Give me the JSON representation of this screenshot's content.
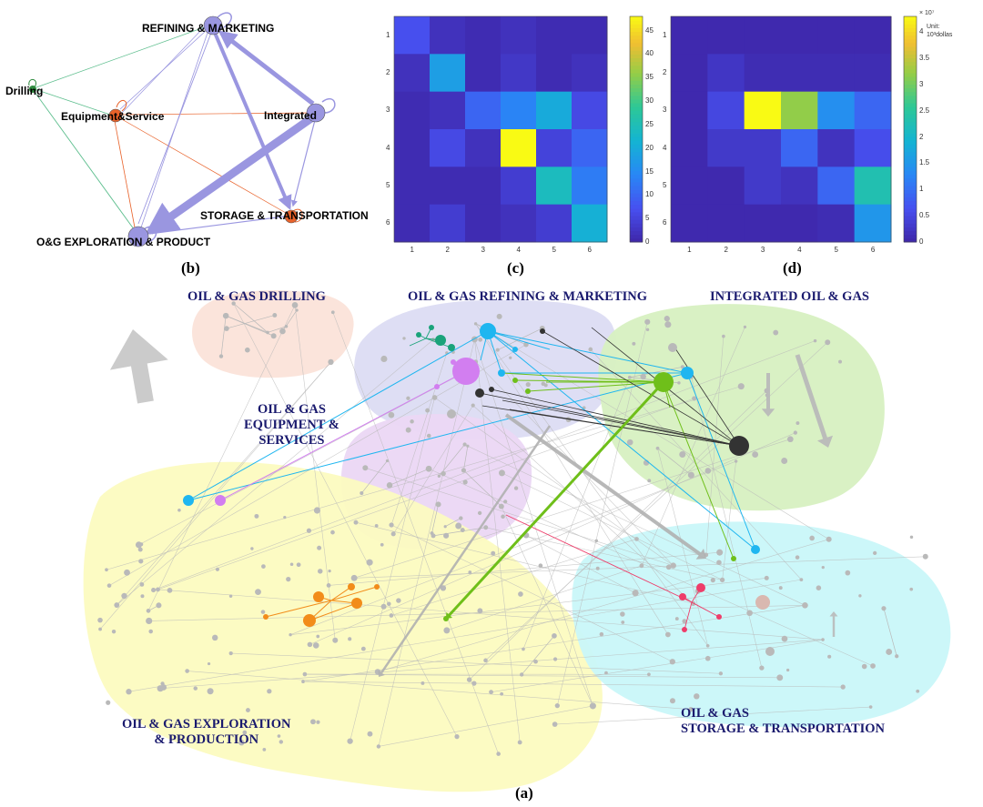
{
  "panel_labels": {
    "a": "(a)",
    "b": "(b)",
    "c": "(c)",
    "d": "(d)"
  },
  "network_b": {
    "nodes": [
      {
        "id": "drilling",
        "label": "Drilling",
        "color": "#2e8b3e"
      },
      {
        "id": "equipment",
        "label": "Equipment&Service",
        "color": "#e8622a"
      },
      {
        "id": "refining",
        "label": "REFINING & MARKETING",
        "color": "#9a96e0"
      },
      {
        "id": "integrated",
        "label": "Integrated",
        "color": "#9a96e0"
      },
      {
        "id": "storage",
        "label": "STORAGE & TRANSPORTATION",
        "color": "#e8622a"
      },
      {
        "id": "exploration",
        "label": "O&G EXPLORATION & PRODUCT",
        "color": "#9a96e0"
      }
    ],
    "edge_color": "#9a96e0",
    "drilling_edge_color": "#5fbf8f",
    "equipment_edge_color": "#e8622a"
  },
  "heatmap_c": {
    "x_ticks": [
      "1",
      "2",
      "3",
      "4",
      "5",
      "6"
    ],
    "y_ticks": [
      "1",
      "2",
      "3",
      "4",
      "5",
      "6"
    ],
    "colorbar_ticks": [
      "0",
      "5",
      "10",
      "15",
      "20",
      "25",
      "30",
      "35",
      "40",
      "45"
    ],
    "range": [
      0,
      48
    ],
    "values": [
      [
        7,
        2,
        1,
        2,
        1,
        1
      ],
      [
        2,
        18,
        1,
        3,
        1,
        2
      ],
      [
        1,
        2,
        10,
        14,
        20,
        6
      ],
      [
        1,
        6,
        2,
        48,
        5,
        10
      ],
      [
        1,
        1,
        1,
        4,
        24,
        13
      ],
      [
        1,
        4,
        1,
        2,
        4,
        21
      ]
    ]
  },
  "heatmap_d": {
    "x_ticks": [
      "1",
      "2",
      "3",
      "4",
      "5",
      "6"
    ],
    "y_ticks": [
      "1",
      "2",
      "3",
      "4",
      "5",
      "6"
    ],
    "colorbar_ticks": [
      "0",
      "0.5",
      "1",
      "1.5",
      "2",
      "2.5",
      "3",
      "3.5",
      "4"
    ],
    "exponent": "× 10⁷",
    "unit": "Unit:",
    "unit2": "10³dollas",
    "range": [
      0,
      4.3
    ],
    "values": [
      [
        0.05,
        0.05,
        0.05,
        0.05,
        0.05,
        0.05
      ],
      [
        0.05,
        0.25,
        0.1,
        0.1,
        0.1,
        0.1
      ],
      [
        0.05,
        0.5,
        4.3,
        3.2,
        1.4,
        0.9
      ],
      [
        0.05,
        0.3,
        0.3,
        0.9,
        0.2,
        0.6
      ],
      [
        0.05,
        0.05,
        0.3,
        0.2,
        0.9,
        2.3
      ],
      [
        0.05,
        0.05,
        0.05,
        0.05,
        0.1,
        1.5
      ]
    ]
  },
  "regions_a": [
    {
      "id": "drilling",
      "title": "OIL & GAS DRILLING",
      "fill": "#fbe3d9"
    },
    {
      "id": "refining",
      "title": "OIL & GAS REFINING & MARKETING",
      "fill": "#dcdcf3"
    },
    {
      "id": "integrated",
      "title": "INTEGRATED OIL & GAS",
      "fill": "#d7f0c1"
    },
    {
      "id": "equipment",
      "title": "OIL & GAS\nEQUIPMENT &\nSERVICES",
      "fill": "#ebd7f4"
    },
    {
      "id": "exploration",
      "title": "OIL & GAS EXPLORATION\n& PRODUCTION",
      "fill": "#fcfbc0"
    },
    {
      "id": "storage",
      "title": "OIL & GAS\nSTORAGE & TRANSPORTATION",
      "fill": "#c9f7f9"
    }
  ],
  "colors": {
    "cyan": "#1fb6f0",
    "green": "#6fbf1a",
    "black": "#333333",
    "violet": "#d27ef0",
    "teal": "#1aa37a",
    "orange": "#f28c1a",
    "pink": "#ee3d6a",
    "gray": "#b9b9b9",
    "heading": "#1a1a6e"
  }
}
